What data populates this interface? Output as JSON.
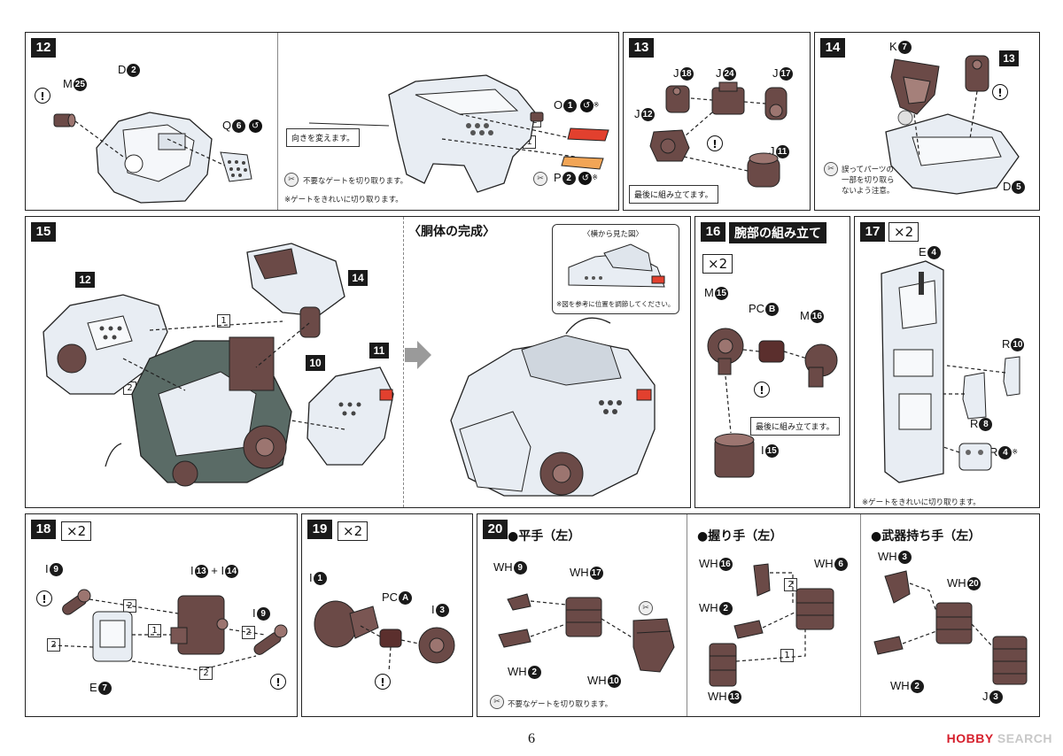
{
  "page_number": "6",
  "brand": {
    "prefix": "HOBBY",
    "suffix": " SEARCH"
  },
  "steps": {
    "s12": {
      "num": "12",
      "parts": {
        "m": "M",
        "m_n": "25",
        "d": "D",
        "d_n": "2",
        "q": "Q",
        "q_n": "6",
        "o": "O",
        "o_n": "1",
        "p": "P",
        "p_n": "2"
      },
      "rotate_note": "向きを変えます。",
      "callout1": "2",
      "callout2": "1",
      "note1": "不要なゲートを切り取ります。",
      "note2": "※ゲートをきれいに切り取ります。",
      "star": "※"
    },
    "s13": {
      "num": "13",
      "parts": {
        "j18": "J",
        "j18_n": "18",
        "j24": "J",
        "j24_n": "24",
        "j17": "J",
        "j17_n": "17",
        "j12": "J",
        "j12_n": "12",
        "j11": "J",
        "j11_n": "11"
      },
      "note": "最後に組み立てます。"
    },
    "s14": {
      "num": "14",
      "parts": {
        "k": "K",
        "k_n": "7",
        "ref": "13",
        "d": "D",
        "d_n": "5"
      },
      "note": "誤ってパーツの一部を切り取らないよう注意。",
      "note_lines": [
        "誤ってパーツの",
        "一部を切り取ら",
        "ないよう注意。"
      ]
    },
    "s15": {
      "num": "15",
      "refs": [
        "12",
        "14",
        "10",
        "11"
      ],
      "callout1": "1",
      "callout2": "2",
      "complete_title": "〈胴体の完成〉",
      "side_view_title": "〈横から見た図〉",
      "side_view_note": "※図を参考に位置を調節してください。"
    },
    "s16": {
      "num": "16",
      "title": "腕部の組み立て",
      "mult": "×2",
      "parts": {
        "m15": "M",
        "m15_n": "15",
        "pc": "PC",
        "pc_n": "B",
        "m16": "M",
        "m16_n": "16",
        "i15": "I",
        "i15_n": "15"
      },
      "note": "最後に組み立てます。"
    },
    "s17": {
      "num": "17",
      "mult": "×2",
      "parts": {
        "e": "E",
        "e_n": "4",
        "r10": "R",
        "r10_n": "10",
        "r8": "R",
        "r8_n": "8",
        "r4": "R",
        "r4_n": "4"
      },
      "star": "※",
      "note": "※ゲートをきれいに切り取ります。"
    },
    "s18": {
      "num": "18",
      "mult": "×2",
      "parts": {
        "i9": "I",
        "i9_n": "9",
        "i13": "I",
        "i13_n": "13",
        "plus": "+",
        "i14": "I",
        "i14_n": "14",
        "i9b": "I",
        "i9b_n": "9",
        "e7": "E",
        "e7_n": "7"
      },
      "callouts": [
        "2",
        "1",
        "2",
        "2",
        "2"
      ]
    },
    "s19": {
      "num": "19",
      "mult": "×2",
      "parts": {
        "i1": "I",
        "i1_n": "1",
        "pc": "PC",
        "pc_n": "A",
        "i3": "I",
        "i3_n": "3"
      }
    },
    "s20": {
      "num": "20",
      "hand1": {
        "title": "●平手（左）",
        "wh9": "WH",
        "wh9_n": "9",
        "wh17": "WH",
        "wh17_n": "17",
        "wh2": "WH",
        "wh2_n": "2",
        "wh10": "WH",
        "wh10_n": "10"
      },
      "hand2": {
        "title": "●握り手（左）",
        "wh16": "WH",
        "wh16_n": "16",
        "wh6": "WH",
        "wh6_n": "6",
        "wh2": "WH",
        "wh2_n": "2",
        "wh13": "WH",
        "wh13_n": "13",
        "c1": "2",
        "c2": "1"
      },
      "hand3": {
        "title": "●武器持ち手（左）",
        "wh3": "WH",
        "wh3_n": "3",
        "wh20": "WH",
        "wh20_n": "20",
        "wh2": "WH",
        "wh2_n": "2",
        "j3": "J",
        "j3_n": "3"
      },
      "note": "不要なゲートを切り取ります。"
    }
  },
  "warn_symbol": "!",
  "colors": {
    "part_light": "#e8edf3",
    "part_dark": "#5b3c3a",
    "part_mid": "#7a5653",
    "accent_red": "#e2402e",
    "accent_orange": "#f2a556"
  }
}
